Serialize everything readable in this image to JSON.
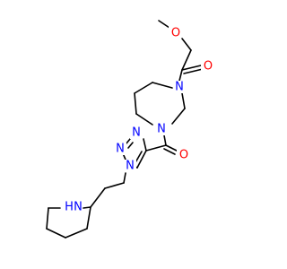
{
  "colors": {
    "background": "#ffffff",
    "bond": "#000000",
    "carbon": "#000000",
    "oxygen": "#ff0000",
    "nitrogen": "#0000ff"
  },
  "atoms": {
    "o_methoxy": "O",
    "o_carbonyl_top": "O",
    "n_diazepane_top": "N",
    "n_diazepane_bottom": "N",
    "o_carbonyl_mid": "O",
    "n_triazole_3": "N",
    "n_triazole_2": "N",
    "n_triazole_1": "N",
    "n_piperidine": "N",
    "h_piperidine": "H"
  }
}
